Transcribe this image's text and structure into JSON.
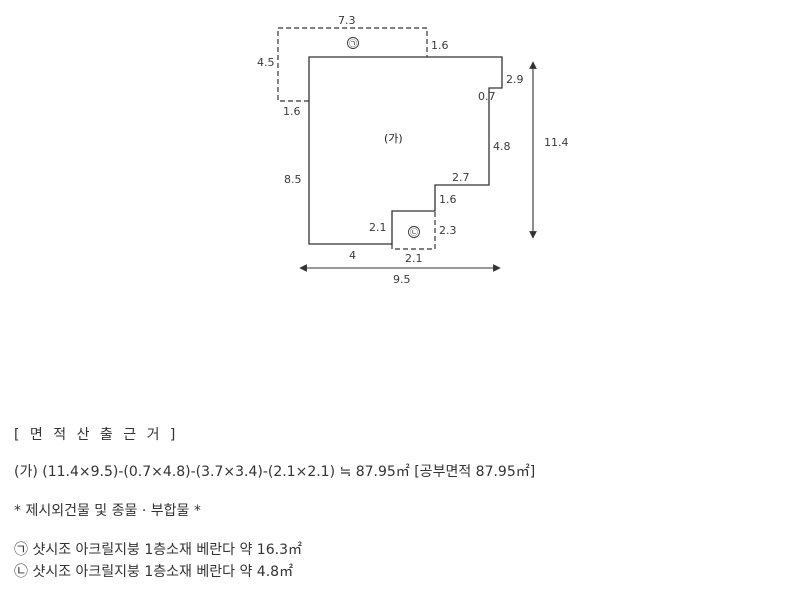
{
  "diagram": {
    "labels": {
      "main": "(가)",
      "annex1": "㉠",
      "annex2": "㉡"
    },
    "dimensions": {
      "annex1_top": "7.3",
      "annex1_left": "4.5",
      "annex1_bottom_left": "1.6",
      "annex1_right": "1.6",
      "top_right_step_v": "2.9",
      "top_right_step_h": "0.7",
      "right_mid_v": "4.8",
      "step_h": "2.7",
      "step_v": "1.6",
      "left_v": "8.5",
      "bottom_left": "4",
      "annex2_left": "2.1",
      "annex2_right": "2.3",
      "annex2_bottom": "2.1",
      "total_width": "9.5",
      "total_height": "11.4"
    }
  },
  "notes": {
    "heading": "[ 면 적 산 출 근 거 ]",
    "formula": "(가) (11.4×9.5)-(0.7×4.8)-(3.7×3.4)-(2.1×2.1) ≒ 87.95㎡ [공부면적 87.95㎡]",
    "subheading": "* 제시외건물 및 종물 · 부합물 *",
    "items": [
      "㉠ 샷시조 아크릴지붕 1층소재 베란다 약 16.3㎡",
      "㉡ 샷시조 아크릴지붕 1층소재 베란다 약 4.8㎡"
    ]
  }
}
